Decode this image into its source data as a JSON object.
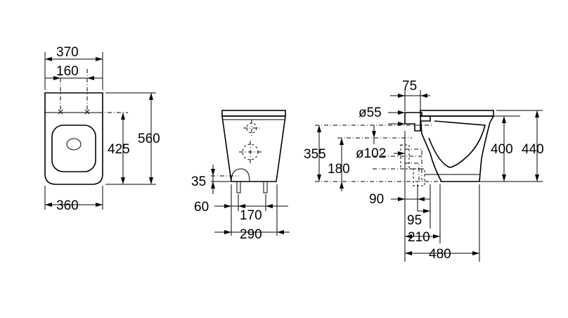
{
  "front_view": {
    "width_top": "370",
    "hole_spacing": "160",
    "height": "560",
    "inlet_height": "425",
    "width_bottom": "360"
  },
  "side_view": {
    "outlet_height": "35",
    "fixing_offset": "60",
    "fixing_spacing": "170",
    "depth_total": "290"
  },
  "section_view": {
    "top_offset": "75",
    "inlet_diameter": "ø55",
    "outlet_diameter": "ø102",
    "height_355": "355",
    "height_180": "180",
    "height_400": "400",
    "height_440": "440",
    "dist_90": "90",
    "dist_95": "95",
    "dist_210": "210",
    "length_480": "480"
  }
}
